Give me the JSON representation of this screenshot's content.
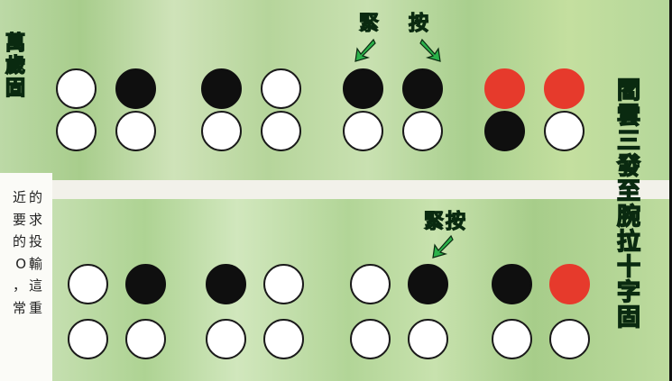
{
  "titles": {
    "top_left": [
      "萬",
      "歲",
      "固"
    ],
    "right": [
      "閻",
      "雲",
      "三",
      "發",
      "至",
      "腕",
      "拉",
      "十",
      "字",
      "固"
    ]
  },
  "labels": {
    "press_top_1": "緊",
    "press_top_2": "按",
    "press_bottom": "緊按"
  },
  "side_text": [
    "近的",
    "要求",
    "的投",
    "O輸",
    "，這",
    "常重"
  ],
  "diagrams": {
    "top_row": [
      {
        "upper": [
          "white",
          "black"
        ],
        "lower": [
          "white",
          "white"
        ]
      },
      {
        "upper": [
          "black",
          "white"
        ],
        "lower": [
          "white",
          "white"
        ]
      },
      {
        "upper": [
          "black",
          "black"
        ],
        "lower": [
          "white",
          "white"
        ]
      },
      {
        "upper": [
          "red",
          "red"
        ],
        "lower": [
          "black",
          "white"
        ]
      }
    ],
    "bottom_row": [
      {
        "upper": [
          "white",
          "black"
        ],
        "lower": [
          "white",
          "white"
        ]
      },
      {
        "upper": [
          "black",
          "white"
        ],
        "lower": [
          "white",
          "white"
        ]
      },
      {
        "upper": [
          "white",
          "black"
        ],
        "lower": [
          "white",
          "white"
        ]
      },
      {
        "upper": [
          "black",
          "red"
        ],
        "lower": [
          "white",
          "white"
        ]
      }
    ]
  },
  "colors": {
    "title_green": "#2bb24a",
    "red_dot": "#e63a2c",
    "black_dot": "#0f0f0f"
  }
}
